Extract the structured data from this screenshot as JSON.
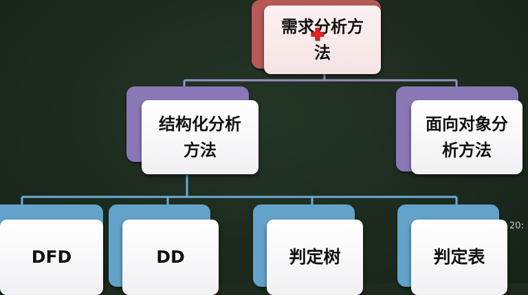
{
  "diagram": {
    "root": {
      "lines": [
        "需求分析方",
        "法"
      ]
    },
    "level2": [
      {
        "lines": [
          "结构化分析",
          "方法"
        ]
      },
      {
        "lines": [
          "面向对象分",
          "析方法"
        ]
      }
    ],
    "leaves": [
      {
        "label": "DFD"
      },
      {
        "label": "DD"
      },
      {
        "label": "判定树"
      },
      {
        "label": "判定表"
      }
    ]
  },
  "colors": {
    "background": "#1d2b1f",
    "root_accent": "#b55a54",
    "level2_accent": "#8a78b6",
    "level3_accent": "#63a3c9",
    "connector_purple": "#9b8fc4",
    "connector_blue": "#6aaed6",
    "cursor": "#e52420"
  },
  "overlay": {
    "timestamp": "20:"
  },
  "icons": {
    "cursor": "red-cross-cursor-icon"
  }
}
